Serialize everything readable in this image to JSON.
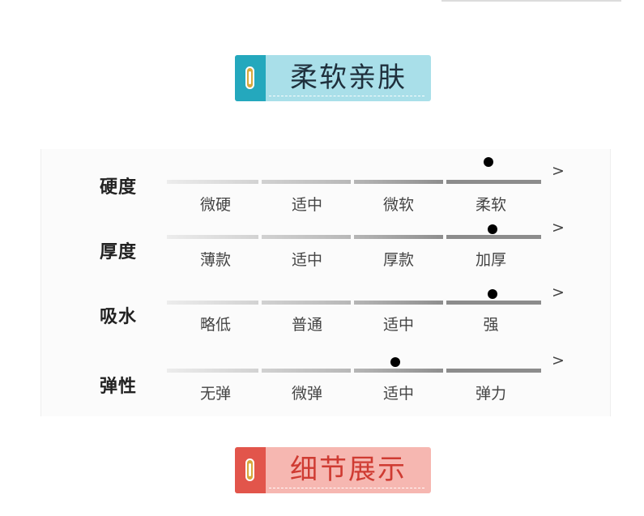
{
  "section_top": {
    "title": "柔软亲肤",
    "accent": "#24a8bd",
    "background": "#a9dfe9"
  },
  "section_bottom": {
    "title": "细节展示",
    "accent": "#e2554b",
    "background": "#f6b7b1"
  },
  "arrow_glyph": ">",
  "properties": [
    {
      "label": "硬度",
      "levels": [
        "微硬",
        "适中",
        "微软",
        "柔软"
      ],
      "selected": "柔软",
      "selected_fraction": 0.86
    },
    {
      "label": "厚度",
      "levels": [
        "薄款",
        "适中",
        "厚款",
        "加厚"
      ],
      "selected": "加厚",
      "selected_fraction": 0.87
    },
    {
      "label": "吸水",
      "levels": [
        "略低",
        "普通",
        "适中",
        "强"
      ],
      "selected": "强",
      "selected_fraction": 0.87
    },
    {
      "label": "弹性",
      "levels": [
        "无弹",
        "微弹",
        "适中",
        "弹力"
      ],
      "selected": "适中",
      "selected_fraction": 0.61
    }
  ]
}
